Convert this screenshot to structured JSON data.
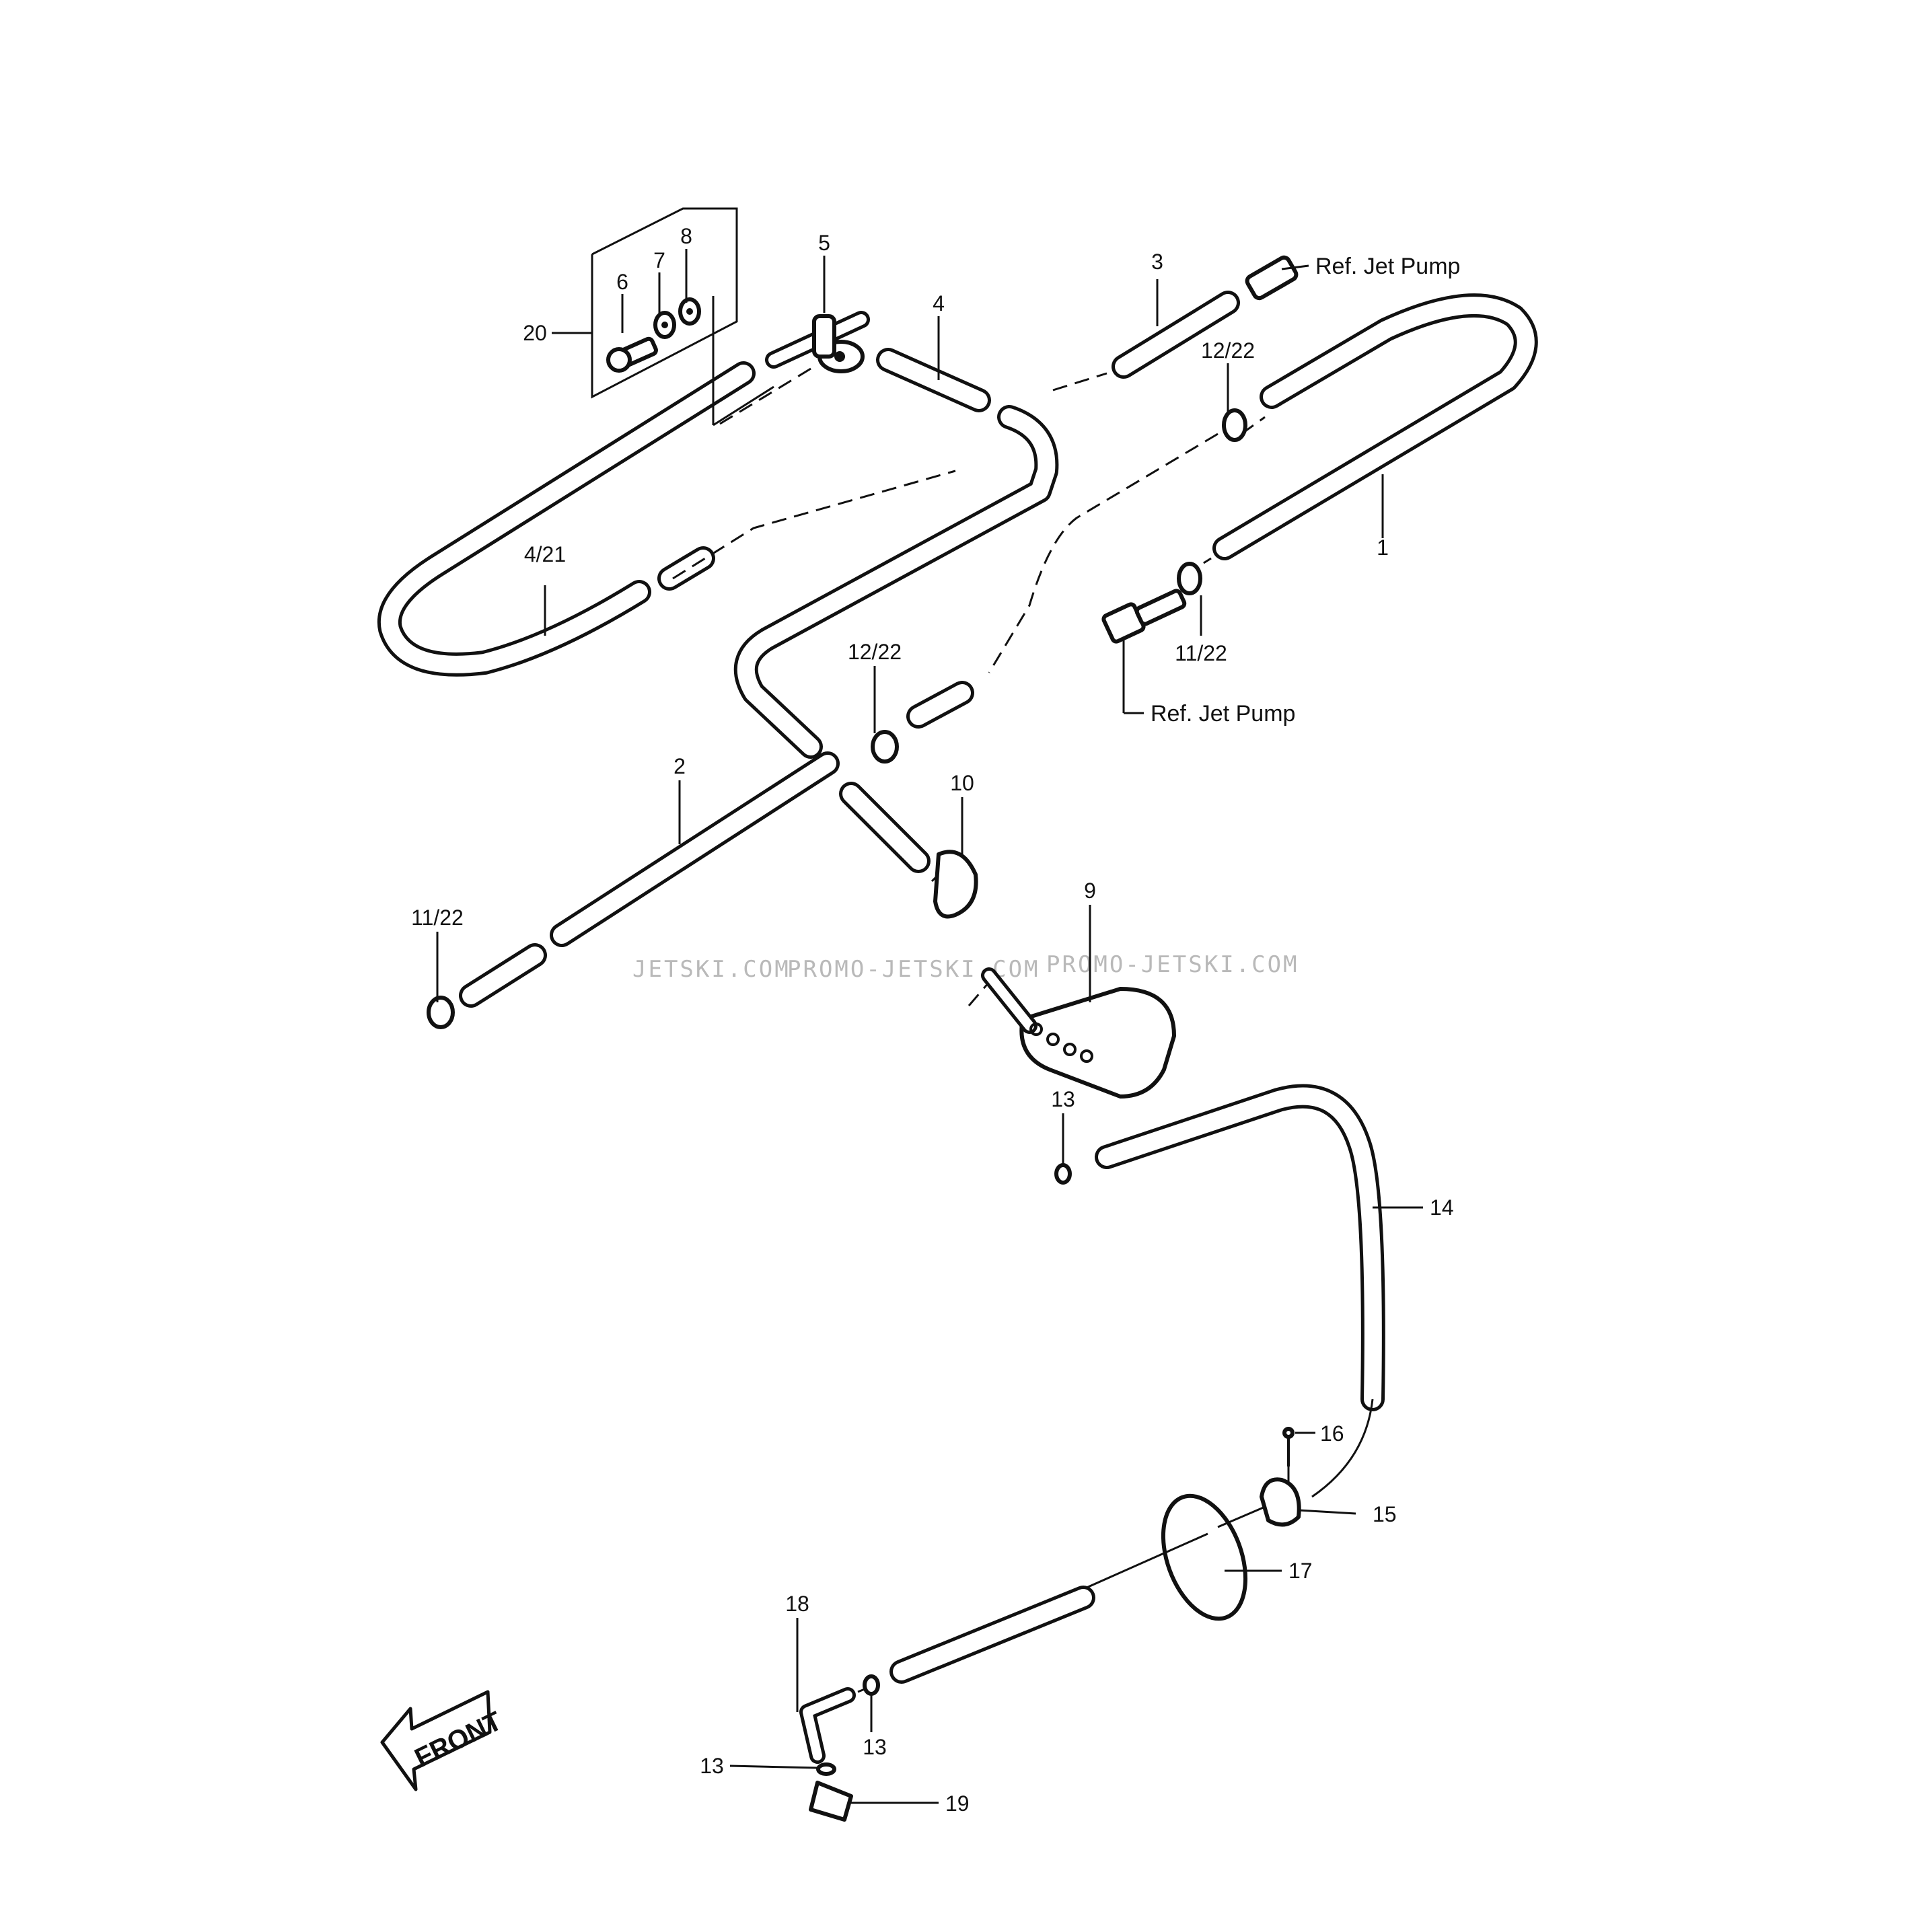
{
  "diagram": {
    "part_numbers": {
      "p1": "1",
      "p2": "2",
      "p3": "3",
      "p4": "4",
      "p5": "5",
      "p6": "6",
      "p7": "7",
      "p8": "8",
      "p9": "9",
      "p10": "10",
      "p13a": "13",
      "p13b": "13",
      "p13c": "13",
      "p14": "14",
      "p15": "15",
      "p16": "16",
      "p17": "17",
      "p18": "18",
      "p19": "19",
      "p20": "20",
      "p4_21": "4/21",
      "p12_22a": "12/22",
      "p12_22b": "12/22",
      "p11_22a": "11/22",
      "p11_22b": "11/22"
    },
    "references": {
      "jet_pump_top": "Ref. Jet Pump",
      "jet_pump_mid": "Ref. Jet Pump"
    },
    "watermark": {
      "w1": "JETSKI.COM",
      "w2": "PROMO-JETSKI.COM",
      "w3": "PROMO-JETSKI.COM"
    },
    "front_arrow": "FRONT"
  }
}
